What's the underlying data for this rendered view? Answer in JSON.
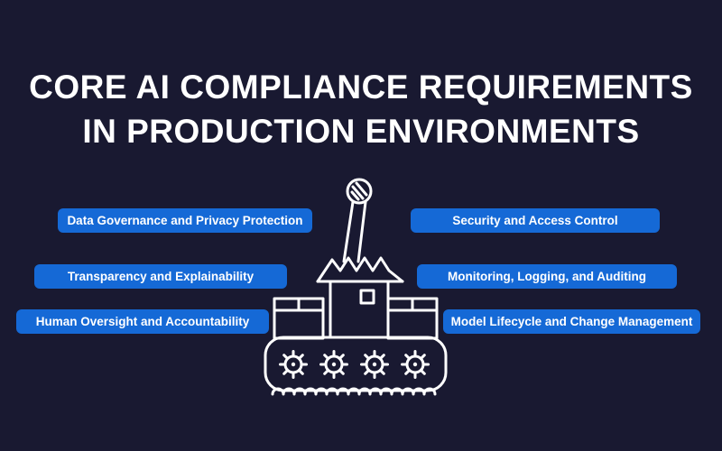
{
  "title": {
    "line1": "CORE AI COMPLIANCE REQUIREMENTS",
    "line2": "IN PRODUCTION ENVIRONMENTS"
  },
  "colors": {
    "background": "#191931",
    "badge_blue": "#1569d6",
    "text_white": "#ffffff",
    "illustration_stroke": "#ffffff"
  },
  "badges": {
    "left": [
      {
        "label": "Data Governance and Privacy Protection"
      },
      {
        "label": "Transparency and Explainability"
      },
      {
        "label": "Human Oversight and Accountability"
      }
    ],
    "right": [
      {
        "label": "Security and Access Control"
      },
      {
        "label": "Monitoring, Logging, and Auditing"
      },
      {
        "label": "Model Lifecycle and Change Management"
      }
    ]
  },
  "illustration": {
    "name": "robot-forklift-doodle",
    "description": "hand-drawn white line robot on caterpillar tracks with gear wheels, mast with round knob, and two crates"
  }
}
